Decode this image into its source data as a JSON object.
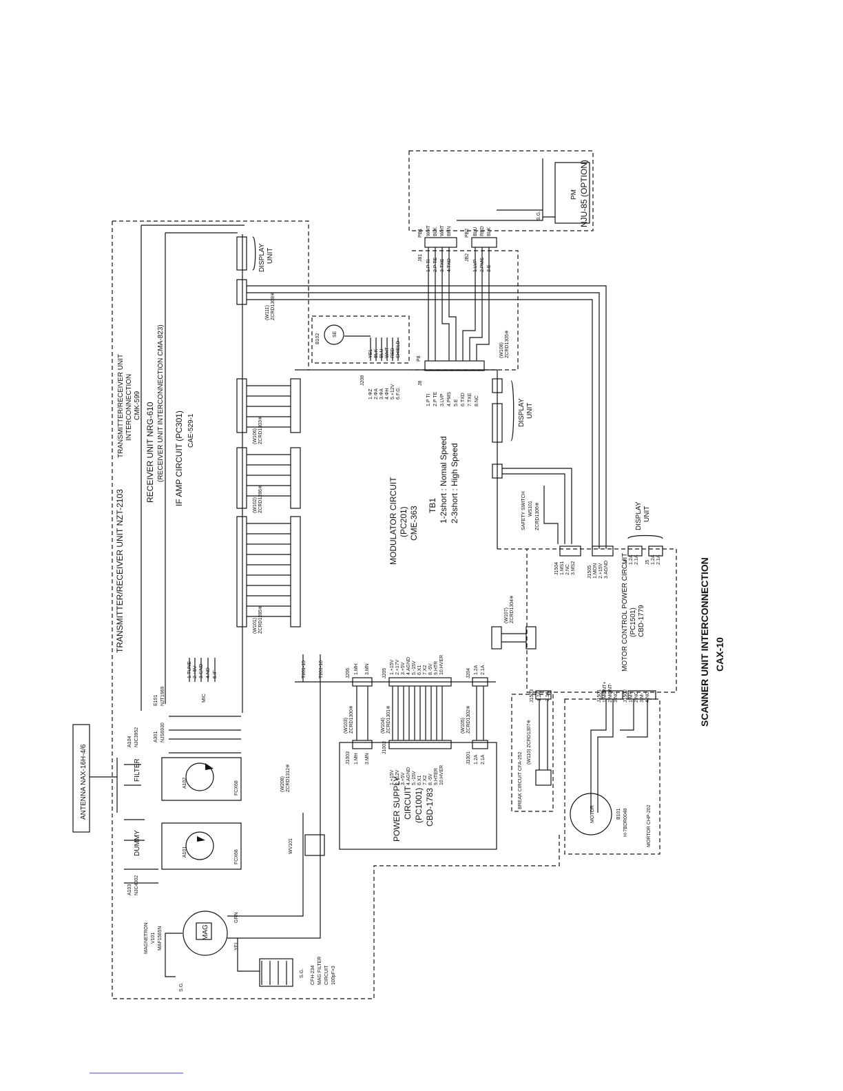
{
  "title": {
    "line1": "SCANNER UNIT INTERCONNECTION",
    "line2": "CAX-10"
  },
  "labels": {
    "antenna": "ANTENNA  NAX-16H-4/6",
    "filter": "FILTER",
    "dummy": "DUMMY",
    "a101": "A101",
    "a102": "A102",
    "fcx68_1": "FCX68",
    "fcx68_2": "FCX68",
    "a103": "A103",
    "a103_part": "NJC4002",
    "a104": "A104",
    "a104_part": "NJC3952",
    "a301": "A301",
    "a301_part": "NJS6930",
    "e101": "E101",
    "e101_part": "NJT1969",
    "mic": "MIC",
    "magnetron": "MAGNETRON",
    "v101": "V101",
    "mag_part": "MAF1565N",
    "mag": "MAG",
    "grn": "GRN",
    "yel": "YEL",
    "sg1": "S.G.",
    "sg2": "S.G.",
    "sg3": "S.G.",
    "mag_filter1": "CFH-234",
    "mag_filter2": "MAG FILTER",
    "mag_filter3": "CIRCUIT",
    "mag_filter4": "100pF×3",
    "wv101": "WV101",
    "w208": "(W208)",
    "w208_part": "ZCRD1312※",
    "txrx_unit": "TRANSMITTER/RECEIVER UNIT  NZT-2103",
    "txrx_ic1": "TRANSMITTER/RECEIVER UNIT",
    "txrx_ic2": "INTERCONNECTION",
    "txrx_ic3": "CMK-599",
    "receiver_unit": "RECEIVER UNIT  NRG-610",
    "receiver_ic": "(RECEIVER UNIT INTERCONNECTION  CMA-823)",
    "if_amp": "IF AMP CIRCUIT  (PC301)",
    "if_amp_part": "CAE-529-1",
    "w101": "(W101)",
    "w101_part": "ZCRD1285※",
    "w102": "(W102)",
    "w102_part": "ZCRD1286※",
    "w106": "(W106)",
    "w106_part": "ZCRD1303※",
    "w111": "(W111)",
    "w111_part": "ZCRD1308※",
    "display_unit_1": "DISPLAY",
    "display_unit_1b": "UNIT",
    "display_unit_2": "DISPLAY",
    "display_unit_2b": "UNIT",
    "display_unit_3": "DISPLAY",
    "display_unit_3b": "UNIT",
    "e101_pins": [
      "1.TUNE",
      "2.+5V",
      "3.GND",
      "4.ND",
      "5.IF"
    ],
    "t201_15": "T201-15",
    "t201_16": "T201-16",
    "modulator": "MODULATOR CIRCUIT",
    "modulator_pc": "(PC201)",
    "modulator_part": "CME-363",
    "tb1": "TB1",
    "tb1_1": "1-2short : Nomal Speed",
    "tb1_2": "2-3short : High Speed",
    "b102": "B102",
    "se": "SE",
    "j208": "J208",
    "j208_pins": [
      "1.ΦZ",
      "2.ΦA",
      "3.ΦA",
      "4.ΦH",
      "5.+12V",
      "6.F.G."
    ],
    "p8": "P8",
    "p8_wires": [
      "YEL",
      "BLK",
      "BLU",
      "WHT",
      "RED",
      "SHIELD"
    ],
    "j8": "J8",
    "j8_pins": [
      "1.P TI",
      "2.P TE",
      "3.LVP",
      "4.PMS",
      "5.E",
      "6.TXD",
      "7.TXE",
      "8.NC"
    ],
    "w108": "(W108)",
    "w108_part": "ZCRD1305※",
    "j81": "J81",
    "j81_pins": [
      "1.P TI",
      "2.P TE",
      "3.TXE",
      "4.TXD"
    ],
    "pb1": "PB1",
    "pb1_wires": [
      "WHT",
      "BLK",
      "WHT",
      "BRN"
    ],
    "jb2": "JB2",
    "jb2_pins": [
      "1.LVP",
      "2.PMS",
      "3.E"
    ],
    "pb2": "PB2",
    "pb2_wires": [
      "BLU",
      "RED",
      "BLK"
    ],
    "pm": "PM",
    "nju85": "NJU-85  (OPTION)",
    "safety_switch": "SAFETY SWITCH",
    "ws101": "WS101",
    "safety_part": "ZCRD1306※",
    "j1504": "J1504",
    "j1504_pins": [
      "1.MS1",
      "2.NC",
      "3.MS2"
    ],
    "j1505": "J1505",
    "j1505_pins": [
      "1.MON",
      "2.+15V",
      "3.AGND"
    ],
    "j4": "J4",
    "j4_pins": [
      "1.2A",
      "2.1A"
    ],
    "j5": "J5",
    "j5_pins": [
      "1.2A",
      "2.1A"
    ],
    "motor_ctrl": "MOTOR CONTROL POWER CIRCUIT",
    "motor_ctrl_pc": "(PC1501)",
    "motor_ctrl_part": "CBD-1779",
    "w107": "(W107)",
    "w107_part": "ZCRD1304※",
    "j206": "J206",
    "j206_pins": [
      "1.MH",
      "3.MN"
    ],
    "j205": "J205",
    "j205_pins": [
      "1.+15V",
      "2.+17V",
      "3.+5V",
      "4.AGND",
      "5.-15V",
      "6.X1",
      "7.X2",
      "8.-5V",
      "9.HTR",
      "10.HVER"
    ],
    "j204": "J204",
    "j204_pins": [
      "1.2A",
      "2.1A"
    ],
    "w103": "(W103)",
    "w103_part": "ZCRD1300※",
    "w104": "(W104)",
    "w104_part": "ZCRD1301※",
    "w105": "(W105)",
    "w105_part": "ZCRD1302※",
    "j1003": "J1003",
    "j1003_pins": [
      "1.MH",
      "3.MN"
    ],
    "j1002": "J1002",
    "j1002_pins": [
      "1.+15V",
      "2.+12V",
      "3.+5V",
      "4.AGND",
      "5.-15V",
      "6.X1",
      "7.X2",
      "8.-5V",
      "9.HTER",
      "10.HVER"
    ],
    "j1001": "J1001",
    "j1001_pins": [
      "1.2A",
      "2.1A"
    ],
    "power_supply1": "POWER SUPPLY",
    "power_supply2": "CIRCUIT",
    "power_supply3": "(PC1001)",
    "power_supply4": "CBD-1783",
    "j1503": "J1503",
    "j1503_pins": [
      "1.2A",
      "2.1A"
    ],
    "w110": "(W110)  ZCRD1307※",
    "break_circuit": "BREAK CIRCUIT  CFA-252",
    "j1501": "J1501",
    "j1501_pins": [
      "1.MONT+",
      "2.MONT-",
      "3.NC"
    ],
    "j1502": "J1502",
    "j1502_pins": [
      "1.M+",
      "2.NC",
      "3.M-",
      "4.NC"
    ],
    "motor": "MOTOR",
    "b101": "B101",
    "b101_part": "H-7BDR0048",
    "motor_part": "MORTOR  CHP-202"
  },
  "colors": {
    "ink": "#111111",
    "paper": "#ffffff",
    "footer_link": "#2f44ff"
  }
}
